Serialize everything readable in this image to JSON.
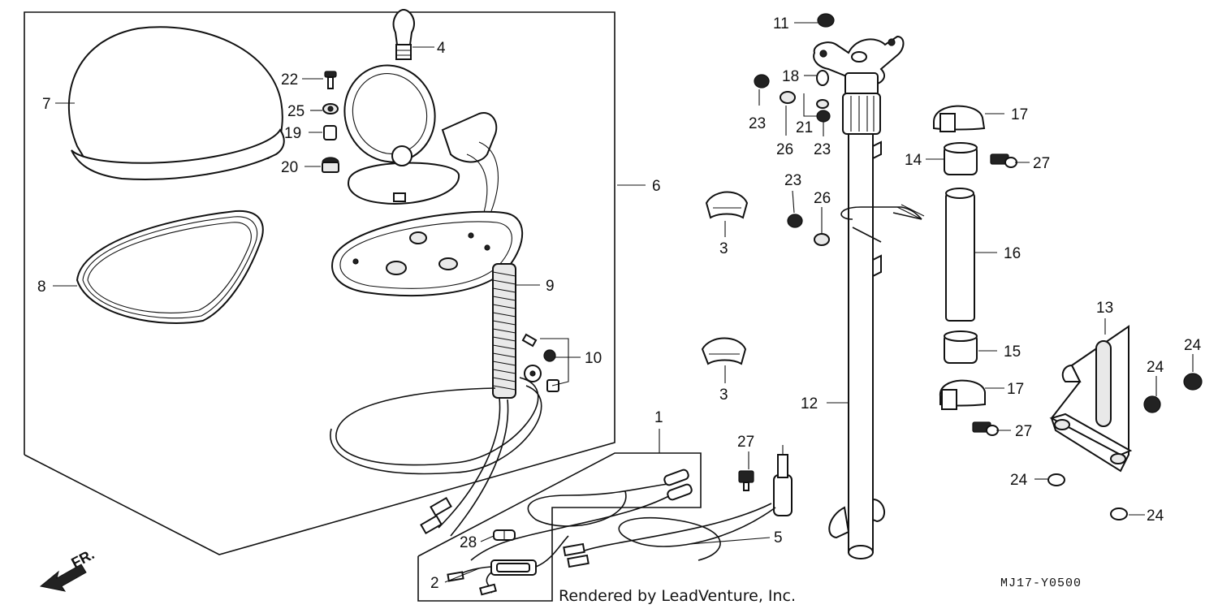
{
  "diagram": {
    "callouts": [
      "1",
      "2",
      "3",
      "3",
      "4",
      "5",
      "6",
      "7",
      "8",
      "9",
      "10",
      "11",
      "12",
      "13",
      "14",
      "15",
      "16",
      "17",
      "17",
      "18",
      "19",
      "20",
      "21",
      "22",
      "23",
      "23",
      "23",
      "23",
      "24",
      "24",
      "24",
      "24",
      "25",
      "26",
      "26",
      "27",
      "27",
      "27",
      "28"
    ],
    "credit": "Rendered by LeadVenture, Inc.",
    "diagram_code": "MJ17-Y0500",
    "direction_label": "FR."
  },
  "colors": {
    "ink": "#111111",
    "paper": "#ffffff"
  }
}
